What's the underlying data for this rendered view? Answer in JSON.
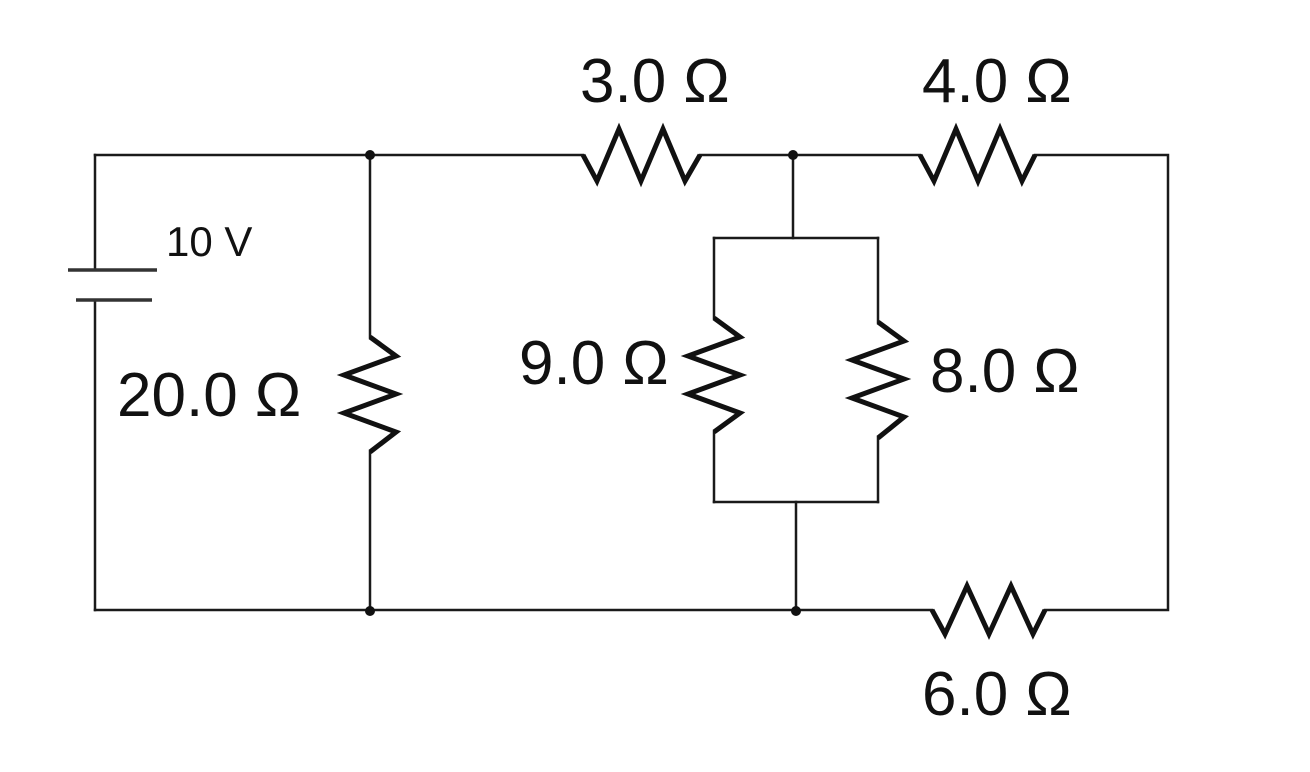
{
  "battery": {
    "label": "10 V"
  },
  "resistors": {
    "r20": {
      "label": "20.0 Ω"
    },
    "r3": {
      "label": "3.0 Ω"
    },
    "r4": {
      "label": "4.0 Ω"
    },
    "r9": {
      "label": "9.0 Ω"
    },
    "r8": {
      "label": "8.0 Ω"
    },
    "r6": {
      "label": "6.0 Ω"
    }
  },
  "colors": {
    "wire": "#1a1a1a",
    "background": "#ffffff"
  }
}
